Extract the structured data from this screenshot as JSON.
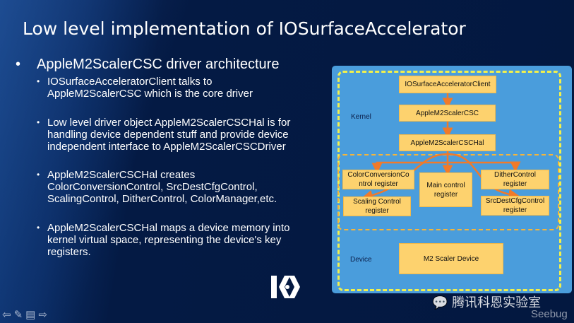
{
  "title": "Low level implementation of IOSurfaceAccelerator",
  "bullet": "AppleM2ScalerCSC driver architecture",
  "sub_bullets": [
    [
      "IOSurfaceAcceleratorClient talks to",
      "AppleM2ScalerCSC which is the core driver"
    ],
    [
      "Low level driver object AppleM2ScalerCSCHal is for",
      "handling device dependent stuff and provide device",
      "independent interface to AppleM2ScalerCSCDriver"
    ],
    [
      "AppleM2ScalerCSCHal creates",
      "ColorConversionControl, SrcDestCfgControl,",
      "ScalingControl, DitherControl, ColorManager,etc."
    ],
    [
      "AppleM2ScalerCSCHal maps a device memory into",
      "kernel virtual space, representing the device's key",
      "registers."
    ]
  ],
  "diagram": {
    "kernel_label": "Kernel",
    "device_label": "Device",
    "client": "IOSurfaceAcceleratorClient",
    "csc": "AppleM2ScalerCSC",
    "hal": "AppleM2ScalerCSCHal",
    "colorconv": [
      "ColorConversionCo",
      "ntrol register"
    ],
    "main": [
      "Main control",
      "register"
    ],
    "dither": [
      "DitherControl",
      "register"
    ],
    "scaling": [
      "Scaling Control",
      "register"
    ],
    "srcdest": [
      "SrcDestCfgControl",
      "register"
    ],
    "device": "M2 Scaler Device"
  },
  "watermark": {
    "text": "腾讯科恩实验室",
    "site": "Seebug"
  },
  "colors": {
    "diagram_bg": "#4a9ddc",
    "box": "#fdd26e",
    "arrow": "#f07a2a"
  }
}
